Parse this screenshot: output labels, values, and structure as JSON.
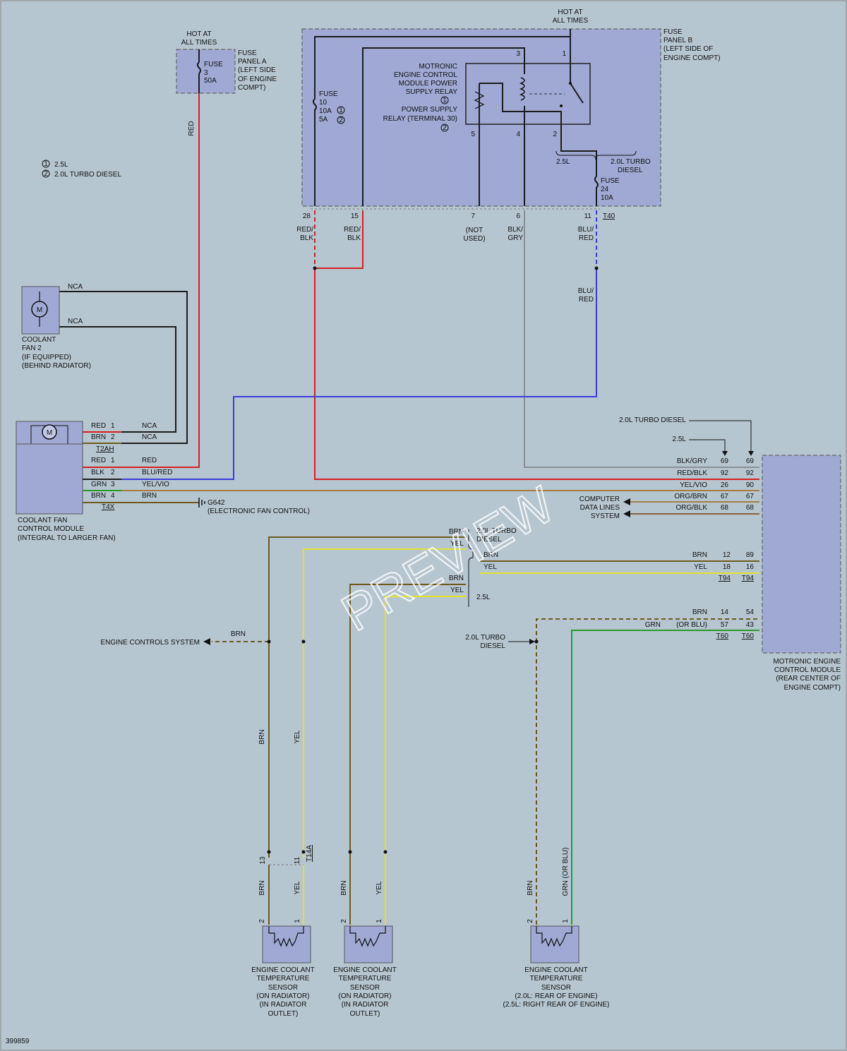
{
  "diagram_id": "399859",
  "watermark": "PREVIEW",
  "legend": [
    {
      "num": "1",
      "label": "2.5L"
    },
    {
      "num": "2",
      "label": "2.0L TURBO DIESEL"
    }
  ],
  "fuse_panel_a": {
    "hot": [
      "HOT AT",
      "ALL TIMES"
    ],
    "fuse": [
      "FUSE",
      "3",
      "50A"
    ],
    "label": [
      "FUSE",
      "PANEL A",
      "(LEFT SIDE",
      "OF ENGINE",
      "COMPT)"
    ]
  },
  "fuse_panel_b": {
    "hot": [
      "HOT AT",
      "ALL TIMES"
    ],
    "label": [
      "FUSE",
      "PANEL B",
      "(LEFT SIDE OF",
      "ENGINE COMPT)"
    ],
    "fuse10": [
      "FUSE",
      "10",
      "10A",
      "5A"
    ],
    "relay": [
      "MOTRONIC",
      "ENGINE CONTROL",
      "MODULE POWER",
      "SUPPLY RELAY",
      "POWER SUPPLY",
      "RELAY (TERMINAL 30)"
    ],
    "pins": [
      "3",
      "1",
      "5",
      "4",
      "2"
    ],
    "branch": [
      "2.5L",
      "2.0L TURBO",
      "DIESEL"
    ],
    "fuse24": [
      "FUSE",
      "24",
      "10A"
    ],
    "connector": "T40",
    "terminals": [
      "28",
      "15",
      "7",
      "6",
      "11"
    ],
    "not_used": [
      "(NOT",
      "USED)"
    ]
  },
  "wires": {
    "red": "RED",
    "redblk": [
      "RED/",
      "BLK"
    ],
    "blkgry": [
      "BLK/",
      "GRY"
    ],
    "blured": [
      "BLU/",
      "RED"
    ],
    "nca": "NCA",
    "brn": "BRN",
    "yel": "YEL",
    "grn_or_blu": "GRN (OR BLU)"
  },
  "fan2": {
    "symbol": "M",
    "label": [
      "COOLANT",
      "FAN 2",
      "(IF EQUIPPED)",
      "(BEHIND RADIATOR)"
    ]
  },
  "fan_module": {
    "symbol": "M",
    "label": [
      "COOLANT FAN",
      "CONTROL MODULE",
      "(INTEGRAL TO LARGER FAN)"
    ],
    "t2ah": [
      {
        "color": "RED",
        "pin": "1",
        "wire": "NCA"
      },
      {
        "color": "BRN",
        "pin": "2",
        "wire": "NCA"
      }
    ],
    "t2ah_label": "T2AH",
    "t4x": [
      {
        "color": "RED",
        "pin": "1",
        "wire": "RED"
      },
      {
        "color": "BLK",
        "pin": "2",
        "wire": "BLU/RED"
      },
      {
        "color": "GRN",
        "pin": "3",
        "wire": "YEL/VIO"
      },
      {
        "color": "BRN",
        "pin": "4",
        "wire": "BRN"
      }
    ],
    "t4x_label": "T4X",
    "ground": [
      "G642",
      "(ELECTRONIC FAN CONTROL)"
    ]
  },
  "ecm": {
    "label": [
      "MOTRONIC ENGINE",
      "CONTROL MODULE",
      "(REAR CENTER OF",
      "ENGINE COMPT)"
    ],
    "variant_diesel": "2.0L TURBO DIESEL",
    "variant_25": "2.5L",
    "t94": [
      {
        "wire": "BLK/GRY",
        "a": "69",
        "b": "69"
      },
      {
        "wire": "RED/BLK",
        "a": "92",
        "b": "92"
      },
      {
        "wire": "YEL/VIO",
        "a": "26",
        "b": "90"
      },
      {
        "wire": "ORG/BRN",
        "a": "67",
        "b": "67"
      },
      {
        "wire": "ORG/BLK",
        "a": "68",
        "b": "68"
      }
    ],
    "computer": [
      "COMPUTER",
      "DATA LINES",
      "SYSTEM"
    ],
    "t94b": [
      {
        "wire": "BRN",
        "a": "12",
        "b": "89"
      },
      {
        "wire": "YEL",
        "a": "18",
        "b": "16"
      }
    ],
    "t94_label": "T94",
    "t60": [
      {
        "wire": "BRN",
        "a": "14",
        "b": "54"
      },
      {
        "wire": "GRN",
        "alt": "(OR BLU)",
        "a": "57",
        "b": "43"
      }
    ],
    "t60_label": "T60"
  },
  "mid": {
    "diesel": [
      "2.0L TURBO",
      "DIESEL"
    ],
    "p25": "2.5L",
    "engine_controls": "ENGINE CONTROLS SYSTEM",
    "t14a": "T14A",
    "t14a_pins": [
      "13",
      "11"
    ]
  },
  "sensors": [
    {
      "label": [
        "ENGINE COOLANT",
        "TEMPERATURE",
        "SENSOR",
        "(ON RADIATOR)",
        "(IN RADIATOR",
        "OUTLET)"
      ],
      "pins": [
        "2",
        "1"
      ]
    },
    {
      "label": [
        "ENGINE COOLANT",
        "TEMPERATURE",
        "SENSOR",
        "(ON RADIATOR)",
        "(IN RADIATOR",
        "OUTLET)"
      ],
      "pins": [
        "2",
        "1"
      ]
    },
    {
      "label": [
        "ENGINE COOLANT",
        "TEMPERATURE",
        "SENSOR",
        "(2.0L: REAR OF ENGINE)",
        "(2.5L: RIGHT REAR OF ENGINE)"
      ],
      "pins": [
        "2",
        "1"
      ]
    }
  ],
  "colors": {
    "background": "#b6c6d0",
    "component": "#9fa9d4"
  }
}
